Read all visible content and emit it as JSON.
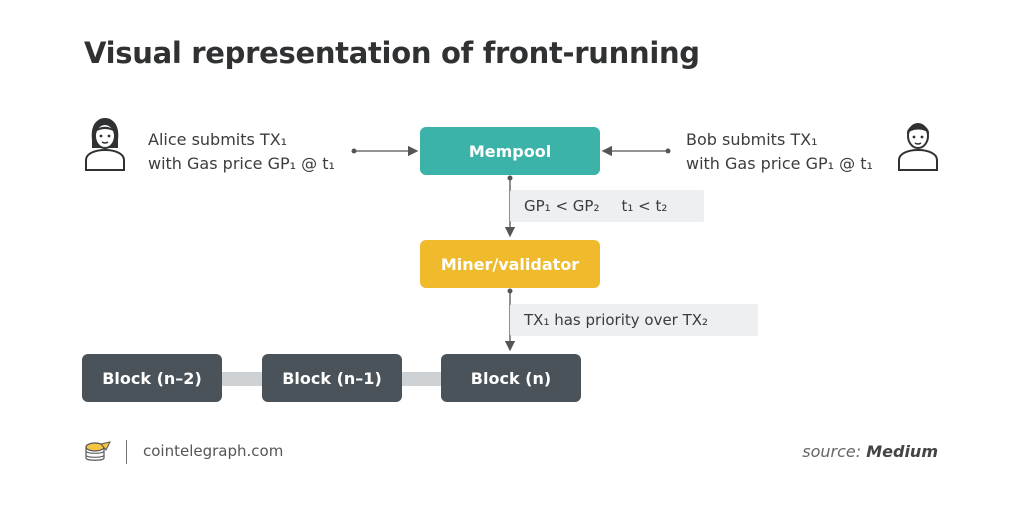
{
  "title": "Visual representation of front-running",
  "alice": {
    "line1": "Alice submits TX₁",
    "line2": "with Gas price GP₁ @ t₁"
  },
  "bob": {
    "line1": "Bob submits TX₁",
    "line2": "with Gas price GP₁ @ t₁"
  },
  "nodes": {
    "mempool": "Mempool",
    "miner": "Miner/validator"
  },
  "conditions": {
    "gas": "GP₁ < GP₂",
    "time": "t₁ < t₂",
    "priority": "TX₁ has priority over TX₂"
  },
  "blocks": [
    "Block (n–2)",
    "Block (n–1)",
    "Block (n)"
  ],
  "footer": {
    "site": "cointelegraph.com",
    "source_label": "source:",
    "source_name": "Medium"
  },
  "colors": {
    "mempool": "#3bb3a9",
    "miner": "#efbb2c",
    "block": "#4a5359",
    "connector": "#cfd2d4",
    "condition_bg": "#eeeff0"
  },
  "icons": [
    "alice-avatar-icon",
    "bob-avatar-icon",
    "cointelegraph-logo-icon"
  ]
}
